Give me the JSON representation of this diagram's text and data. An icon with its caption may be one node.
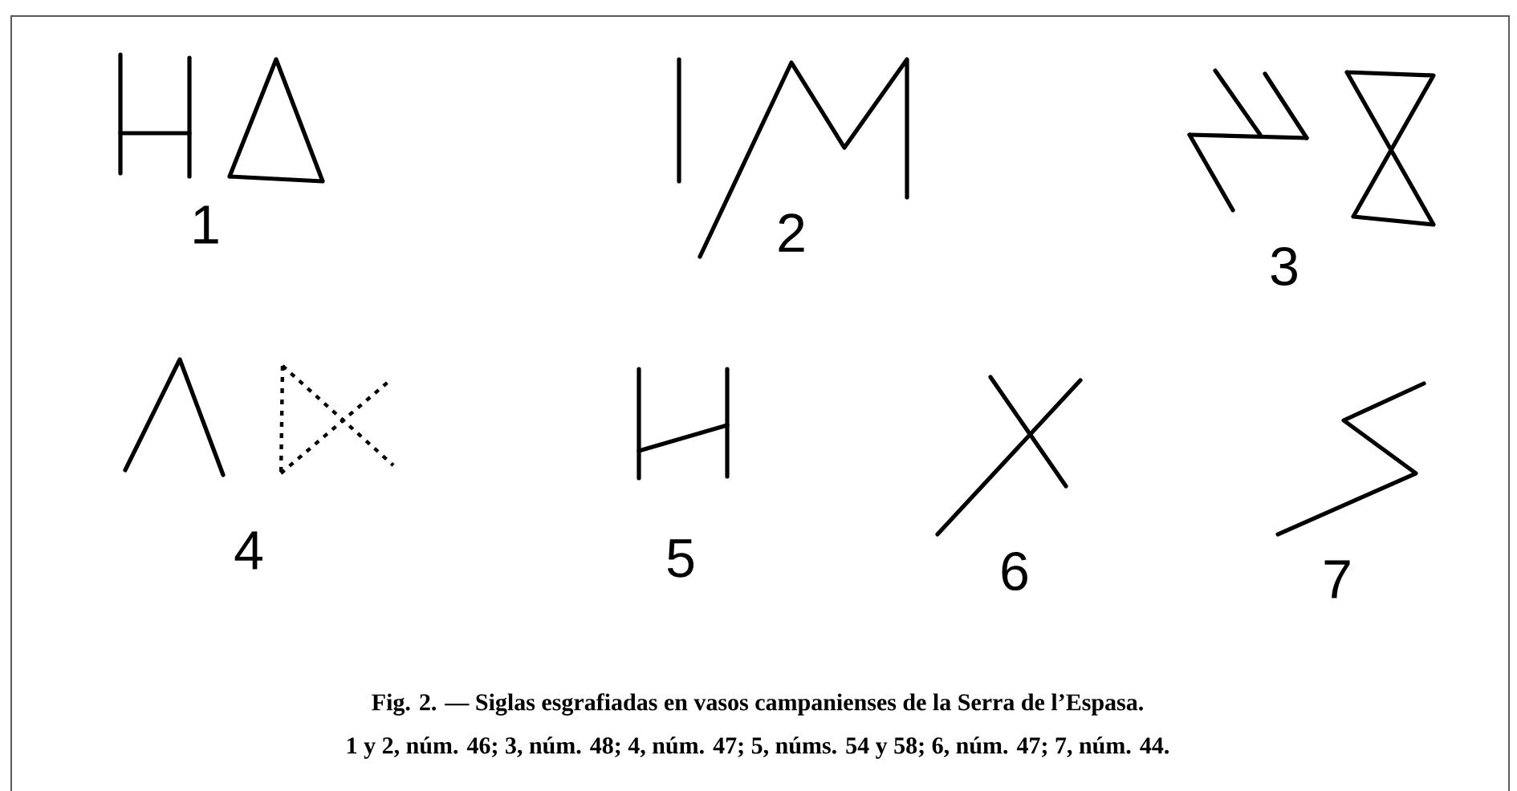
{
  "diagram": {
    "caption": "Fig. 2. — Siglas esgrafiadas en vasos campanienses de la Serra de l’Espasa.",
    "labels": [
      "1",
      "2",
      "3",
      "4",
      "5",
      "6",
      "7",
      "1 y 2, núm. 46; 3, núm. 48; 4, núm. 47; 5, núms. 54 y 58; 6, núm. 47; 7, núm. 44."
    ]
  }
}
